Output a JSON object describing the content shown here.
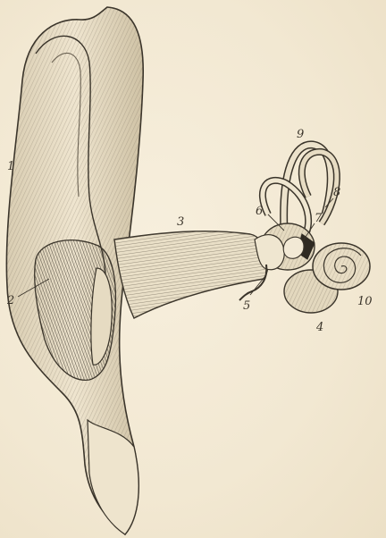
{
  "labels": [
    {
      "id": "1",
      "text": "1"
    },
    {
      "id": "2",
      "text": "2"
    },
    {
      "id": "3",
      "text": "3"
    },
    {
      "id": "4",
      "text": "4"
    },
    {
      "id": "5",
      "text": "5"
    },
    {
      "id": "6",
      "text": "6"
    },
    {
      "id": "7",
      "text": "7"
    },
    {
      "id": "8",
      "text": "8"
    },
    {
      "id": "9",
      "text": "9"
    },
    {
      "id": "10",
      "text": "10"
    }
  ],
  "colors": {
    "paper": "#f4ebd6",
    "ink": "#3a342a",
    "shade": "#6b6253",
    "light": "#e9dfc7"
  }
}
